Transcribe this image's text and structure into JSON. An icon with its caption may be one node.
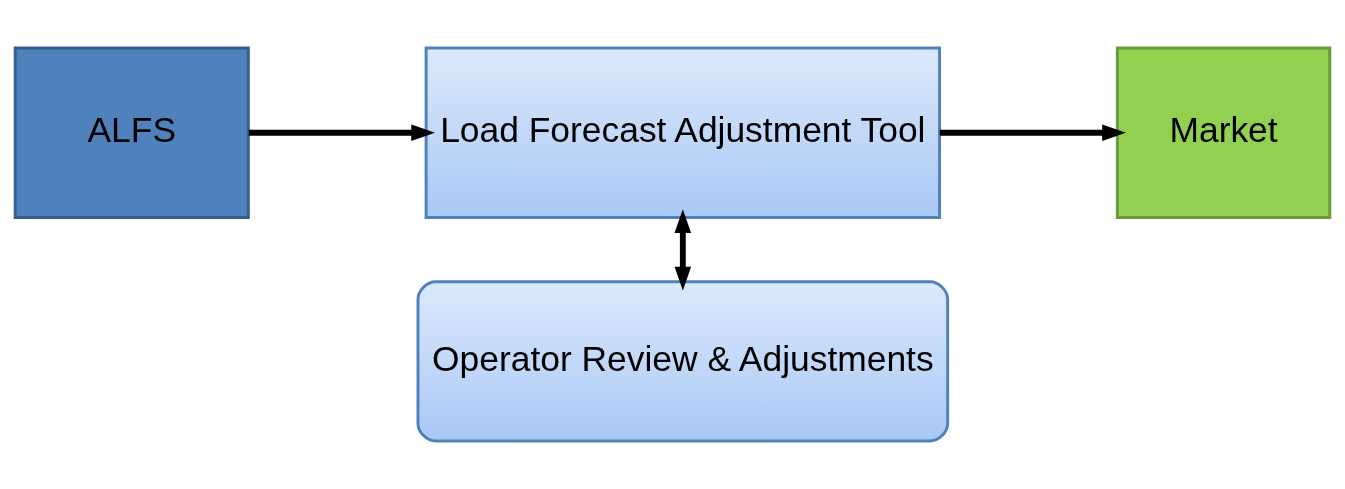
{
  "diagram": {
    "nodes": [
      {
        "text": [
          "ALFS"
        ]
      },
      {
        "text": [
          "Load Forecast Adjustment Tool"
        ]
      },
      {
        "text": [
          "Market"
        ]
      },
      {
        "text": [
          "Operator Review & Adjustments"
        ]
      }
    ],
    "edges": [
      {
        "from": 0,
        "to": 1,
        "arrow": "to"
      },
      {
        "from": 1,
        "to": 2,
        "arrow": "to"
      },
      {
        "from": 1,
        "to": 3,
        "arrow": "both"
      }
    ]
  }
}
